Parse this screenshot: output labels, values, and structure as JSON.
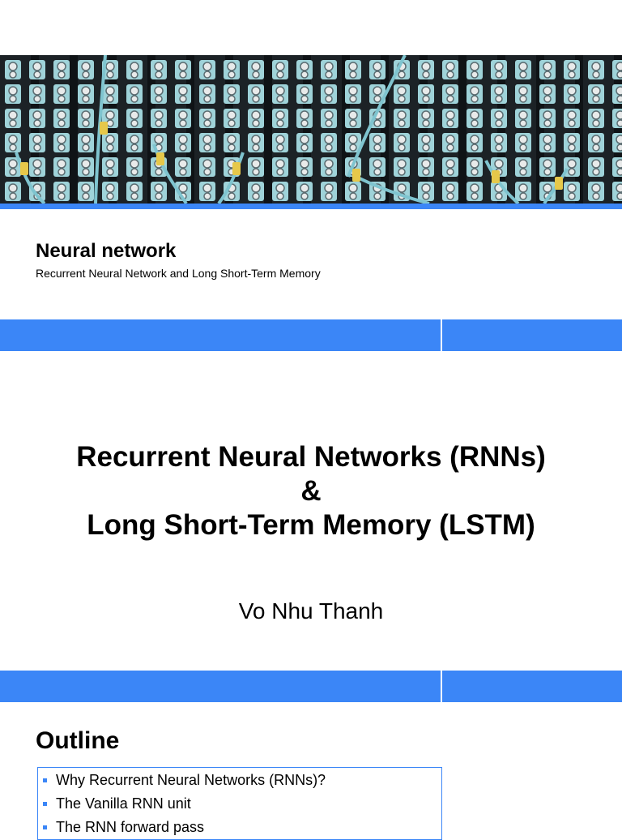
{
  "banner": {
    "alt": "fiber-optic patch panel photo"
  },
  "colors": {
    "accent": "#3b86f7",
    "banner_bg": "#1c2226",
    "port": "#e8eaea",
    "cable": "#7fc4cf",
    "connector": "#e6c84a"
  },
  "header": {
    "title": "Neural network",
    "subtitle": "Recurrent Neural Network and Long Short-Term Memory"
  },
  "slide1": {
    "title_lines": [
      "Recurrent Neural Networks (RNNs)",
      "&",
      "Long Short-Term Memory (LSTM)"
    ],
    "author": "Vo Nhu Thanh"
  },
  "slide2": {
    "heading": "Outline",
    "items": [
      "Why Recurrent Neural Networks (RNNs)?",
      "The Vanilla RNN unit",
      "The RNN forward pass"
    ]
  }
}
